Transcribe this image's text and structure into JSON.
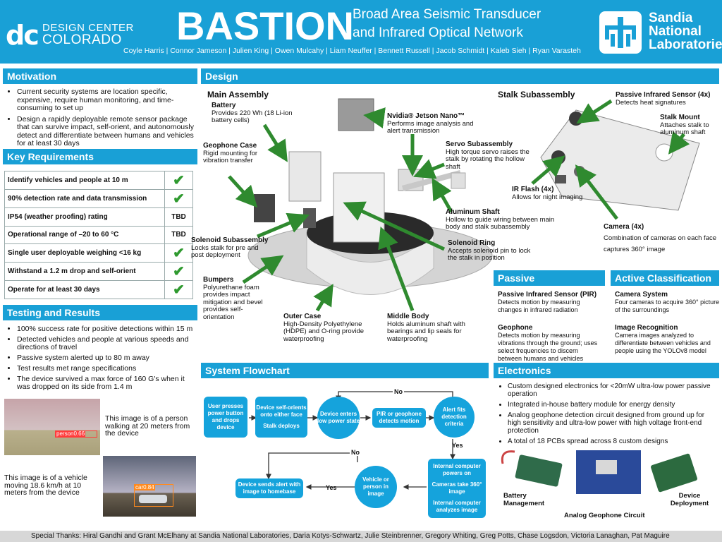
{
  "header": {
    "dc_logo": "dc",
    "dc_line1": "DESIGN CENTER",
    "dc_line2": "COLORADO",
    "title": "BASTION",
    "subtitle_line1": "Broad Area Seismic Transducer",
    "subtitle_line2": "and Infrared Optical Network",
    "authors": "Coyle Harris | Connor Jameson | Julien King | Owen Mulcahy | Liam Neuffer | Bennett Russell | Jacob Schmidt | Kaleb Sieh | Ryan Varasteh",
    "sandia_line1": "Sandia",
    "sandia_line2": "National",
    "sandia_line3": "Laboratories"
  },
  "motivation": {
    "title": "Motivation",
    "bullets": [
      "Current security systems are location specific, expensive, require human monitoring, and time-consuming to set up",
      "Design a rapidly deployable remote sensor package that can survive impact, self-orient, and autonomously detect and differentiate between humans and vehicles for at least 30 days"
    ]
  },
  "requirements": {
    "title": "Key Requirements",
    "rows": [
      {
        "text": "Identify vehicles and people at 10 m",
        "status": "✔"
      },
      {
        "text": "90% detection rate and data transmission",
        "status": "✔"
      },
      {
        "text": "IP54 (weather proofing) rating",
        "status": "TBD"
      },
      {
        "text": "Operational range of –20 to 60 °C",
        "status": "TBD"
      },
      {
        "text": "Single user deployable weighing  <16 kg",
        "status": "✔"
      },
      {
        "text": "Withstand a 1.2 m drop and self-orient",
        "status": "✔"
      },
      {
        "text": "Operate for at least 30 days",
        "status": "✔"
      }
    ]
  },
  "testing": {
    "title": "Testing and Results",
    "bullets": [
      "100% success rate for positive detections within 15 m",
      "Detected vehicles and people at various speeds and directions of travel",
      "Passive system alerted up to 80 m away",
      "Test results met range specifications",
      "The device survived a max force of 160 G's when it was dropped on its side from 1.4 m"
    ],
    "image1_caption": "This image is of a person walking at 20 meters from the device",
    "image1_tag": "person0.66",
    "image2_caption": "This image is of a vehicle moving 18.6 km/h at 10 meters from the device",
    "image2_tag": "car0.84"
  },
  "design": {
    "title": "Design",
    "main_assembly": "Main Assembly",
    "stalk_subassembly": "Stalk Subassembly",
    "labels": {
      "battery_t": "Battery",
      "battery_d": "Provides 220 Wh (18 Li-ion battery cells)",
      "jetson_t": "Nvidia® Jetson Nano™",
      "jetson_d": "Performs image analysis and alert transmission",
      "geophone_t": "Geophone Case",
      "geophone_d": "Rigid mounting for vibration transfer",
      "servo_t": "Servo Subassembly",
      "servo_d": "High torque servo raises the stalk by rotating the hollow shaft",
      "shaft_t": "Aluminum Shaft",
      "shaft_d": "Hollow to guide wiring between main body and stalk subassembly",
      "solenoid_sub_t": "Solenoid Subassembly",
      "solenoid_sub_d": "Locks stalk for pre and post deployment",
      "solenoid_ring_t": "Solenoid Ring",
      "solenoid_ring_d": "Accepts solenoid pin to lock the stalk in position",
      "bumpers_t": "Bumpers",
      "bumpers_d": "Polyurethane foam provides impact mitigation and bevel provides self-orientation",
      "outer_t": "Outer Case",
      "outer_d": "High-Density Polyethylene (HDPE) and O-ring provide waterproofing",
      "middle_t": "Middle Body",
      "middle_d": "Holds aluminum shaft with bearings and lip seals for waterproofing",
      "pir_t": "Passive Infrared Sensor (4x)",
      "pir_d": "Detects heat signatures",
      "mount_t": "Stalk Mount",
      "mount_d": "Attaches stalk to aluminum shaft",
      "irflash_t": "IR Flash (4x)",
      "irflash_d": "Allows for night imaging",
      "camera_t": "Camera (4x)",
      "camera_d": "Combination of cameras on each face captures 360° image"
    }
  },
  "passive": {
    "title": "Passive Classification",
    "pir_t": "Passive Infrared Sensor (PIR)",
    "pir_d": "Detects motion by measuring changes in infrared radiation",
    "geo_t": "Geophone",
    "geo_d": "Detects motion by measuring vibrations through the ground; uses select frequencies to discern between humans and vehicles"
  },
  "active": {
    "title": "Active Classification",
    "cam_t": "Camera System",
    "cam_d": "Four cameras to acquire 360° picture of the surroundings",
    "rec_t": "Image Recognition",
    "rec_d": "Camera images analyzed to differentiate between vehicles and people using the YOLOv8 model"
  },
  "flowchart": {
    "title": "System Flowchart",
    "n1": "User presses power button and drops device",
    "n2a": "Device self-orients onto either face",
    "n2b": "Stalk deploys",
    "n3": "Device enters low power state",
    "n4": "PIR or geophone detects motion",
    "n5": "Alert fits detection criteria",
    "n6a": "Internal computer powers on",
    "n6b": "Cameras take 360° image",
    "n6c": "Internal computer analyzes image",
    "n7": "Vehicle or person in image",
    "n8": "Device sends alert with image to homebase",
    "no1": "No",
    "no2": "No",
    "yes1": "Yes",
    "yes2": "Yes"
  },
  "electronics": {
    "title": "Electronics",
    "bullets": [
      "Custom designed electronics for <20mW ultra-low power passive operation",
      "Integrated in-house battery module for energy density",
      "Analog geophone detection circuit designed from ground up for high sensitivity and ultra-low power with high voltage front-end protection",
      "A total of 18 PCBs spread across 8 custom designs"
    ],
    "pcb1": "Battery Management",
    "pcb2": "Analog Geophone Circuit",
    "pcb3": "Device Deployment"
  },
  "footer": {
    "thanks": "Special Thanks: Hiral Gandhi and Grant McElhany at Sandia National Laboratories, Daria Kotys-Schwartz, Julie Steinbrenner, Gregory Whiting, Greg Potts, Chase Logsdon, Victoria Lanaghan, Pat Maguire"
  }
}
